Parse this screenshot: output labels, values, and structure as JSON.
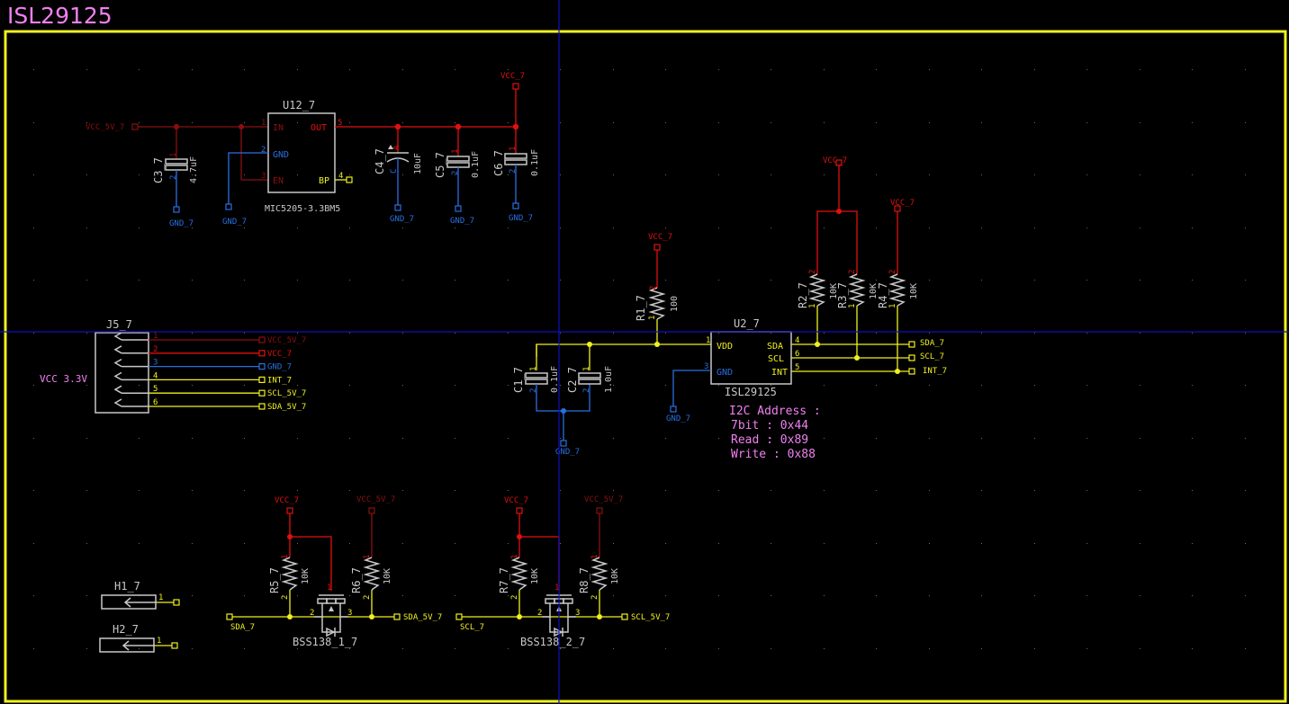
{
  "sheet": {
    "title": "ISL29125",
    "colors": {
      "border": "#f0f020",
      "title": "#f080f0",
      "crosshair": "#1010c0",
      "vcc": "#e01010",
      "vcc5v": "#8a1010",
      "gnd": "#2a6fe0",
      "signal": "#f0f020",
      "component": "#c8c8c8",
      "note": "#f080f0"
    }
  },
  "regulator": {
    "ref": "U12_7",
    "part": "MIC5205-3.3BM5",
    "pins": [
      {
        "num": "1",
        "name": "IN"
      },
      {
        "num": "2",
        "name": "GND"
      },
      {
        "num": "3",
        "name": "EN"
      },
      {
        "num": "5",
        "name": "OUT"
      },
      {
        "num": "4",
        "name": "BP"
      }
    ],
    "input_net": "VCC_5V_7",
    "output_net": "VCC_7",
    "gnd_labels": [
      "GND_7",
      "GND_7",
      "GND_7",
      "GND_7",
      "GND_7"
    ]
  },
  "caps_top": [
    {
      "ref": "C3_7",
      "value": "4.7uF",
      "pin1": "1",
      "pin2": "2"
    },
    {
      "ref": "C4_7",
      "value": "10uF",
      "pin1": "A",
      "pin2": "C"
    },
    {
      "ref": "C5_7",
      "value": "0.1uF",
      "pin1": "1",
      "pin2": "2"
    },
    {
      "ref": "C6_7",
      "value": "0.1uF",
      "pin1": "1",
      "pin2": "2"
    }
  ],
  "connector": {
    "ref": "J5_7",
    "note": "VCC 3.3V",
    "pins": [
      {
        "num": "1",
        "net": "VCC_5V_7"
      },
      {
        "num": "2",
        "net": "VCC_7"
      },
      {
        "num": "3",
        "net": "GND_7"
      },
      {
        "num": "4",
        "net": "INT_7"
      },
      {
        "num": "5",
        "net": "SCL_5V_7"
      },
      {
        "num": "6",
        "net": "SDA_5V_7"
      }
    ]
  },
  "sensor": {
    "ref": "U2_7",
    "part": "ISL29125",
    "pins": [
      {
        "num": "1",
        "name": "VDD"
      },
      {
        "num": "3",
        "name": "GND"
      },
      {
        "num": "4",
        "name": "SDA"
      },
      {
        "num": "6",
        "name": "SCL"
      },
      {
        "num": "5",
        "name": "INT"
      }
    ],
    "r1": {
      "ref": "R1_7",
      "value": "100",
      "pin1": "1",
      "pin2": "2",
      "net": "VCC_7"
    },
    "caps": [
      {
        "ref": "C1_7",
        "value": "0.1uF",
        "pin1": "1",
        "pin2": "2"
      },
      {
        "ref": "C2_7",
        "value": "1.0uF",
        "pin1": "1",
        "pin2": "2"
      }
    ],
    "gnd_label": "GND_7",
    "cap_gnd_label": "GND_7",
    "pullups": [
      {
        "ref": "R2_7",
        "value": "10K",
        "pin1": "1",
        "pin2": "2"
      },
      {
        "ref": "R3_7",
        "value": "10K",
        "pin1": "1",
        "pin2": "2"
      },
      {
        "ref": "R4_7",
        "value": "10K",
        "pin1": "1",
        "pin2": "2"
      }
    ],
    "pullup_nets": [
      "VCC_7",
      "VCC_7"
    ],
    "out_nets": [
      "SDA_7",
      "SCL_7",
      "INT_7"
    ]
  },
  "i2c_note": {
    "lines": [
      "I2C Address :",
      "7bit : 0x44",
      "Read : 0x89",
      "Write : 0x88"
    ]
  },
  "level_shifters": [
    {
      "fet": "BSS138_1_7",
      "r_low": {
        "ref": "R5_7",
        "value": "10K",
        "pin1": "1",
        "pin2": "2"
      },
      "r_high": {
        "ref": "R6_7",
        "value": "10K",
        "pin1": "1",
        "pin2": "2"
      },
      "vcc_net": "VCC_7",
      "vcc5_net": "VCC_5V_7",
      "low_net": "SDA_7",
      "high_net": "SDA_5V_7",
      "pins": {
        "gate": "1",
        "source": "2",
        "drain": "3"
      }
    },
    {
      "fet": "BSS138_2_7",
      "r_low": {
        "ref": "R7_7",
        "value": "10K",
        "pin1": "1",
        "pin2": "2"
      },
      "r_high": {
        "ref": "R8_7",
        "value": "10K",
        "pin1": "1",
        "pin2": "2"
      },
      "vcc_net": "VCC_7",
      "vcc5_net": "VCC_5V_7",
      "low_net": "SCL_7",
      "high_net": "SCL_5V_7",
      "pins": {
        "gate": "1",
        "source": "2",
        "drain": "3"
      }
    }
  ],
  "headers": [
    {
      "ref": "H1_7",
      "pin": "1"
    },
    {
      "ref": "H2_7",
      "pin": "1"
    }
  ]
}
